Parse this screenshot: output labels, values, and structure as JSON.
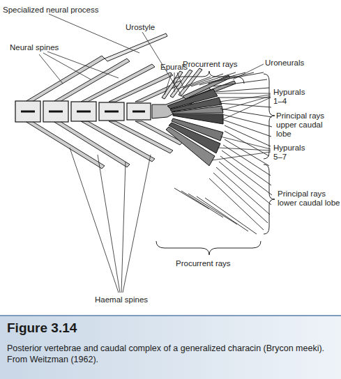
{
  "diagram": {
    "title": "Figure 3.14",
    "caption": "Posterior vertebrae and caudal complex of a generalized characin (Brycon meeki). From Weitzman (1962).",
    "labels": [
      "Specialized neural process",
      "Urostyle",
      "Neural spines",
      "Epurals",
      "Procurrent rays",
      "Uroneurals",
      "Hypurals 1–4",
      "Principal rays upper caudal lobe",
      "Hypurals 5–7",
      "Principal rays lower caudal lobe",
      "Procurrent rays",
      "Haemal spines"
    ]
  }
}
